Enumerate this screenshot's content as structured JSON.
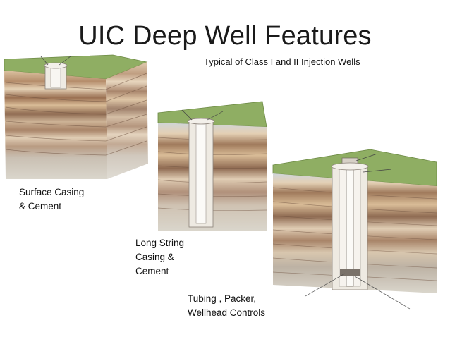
{
  "title": "UIC Deep Well Features",
  "subtitle": "Typical of Class I and II Injection Wells",
  "captions": {
    "surface": [
      "Surface Casing",
      "& Cement"
    ],
    "long_string": [
      "Long String",
      "Casing &",
      "Cement"
    ],
    "tubing": [
      "Tubing , Packer,",
      "Wellhead Controls"
    ]
  },
  "colors": {
    "grass": "#8fae63",
    "soil_dark": "#9a7052",
    "soil_light": "#dcc3a2",
    "rock_grey": "#b9b1a6",
    "gravel": "#dad6cc",
    "cement": "#eeeae2"
  }
}
